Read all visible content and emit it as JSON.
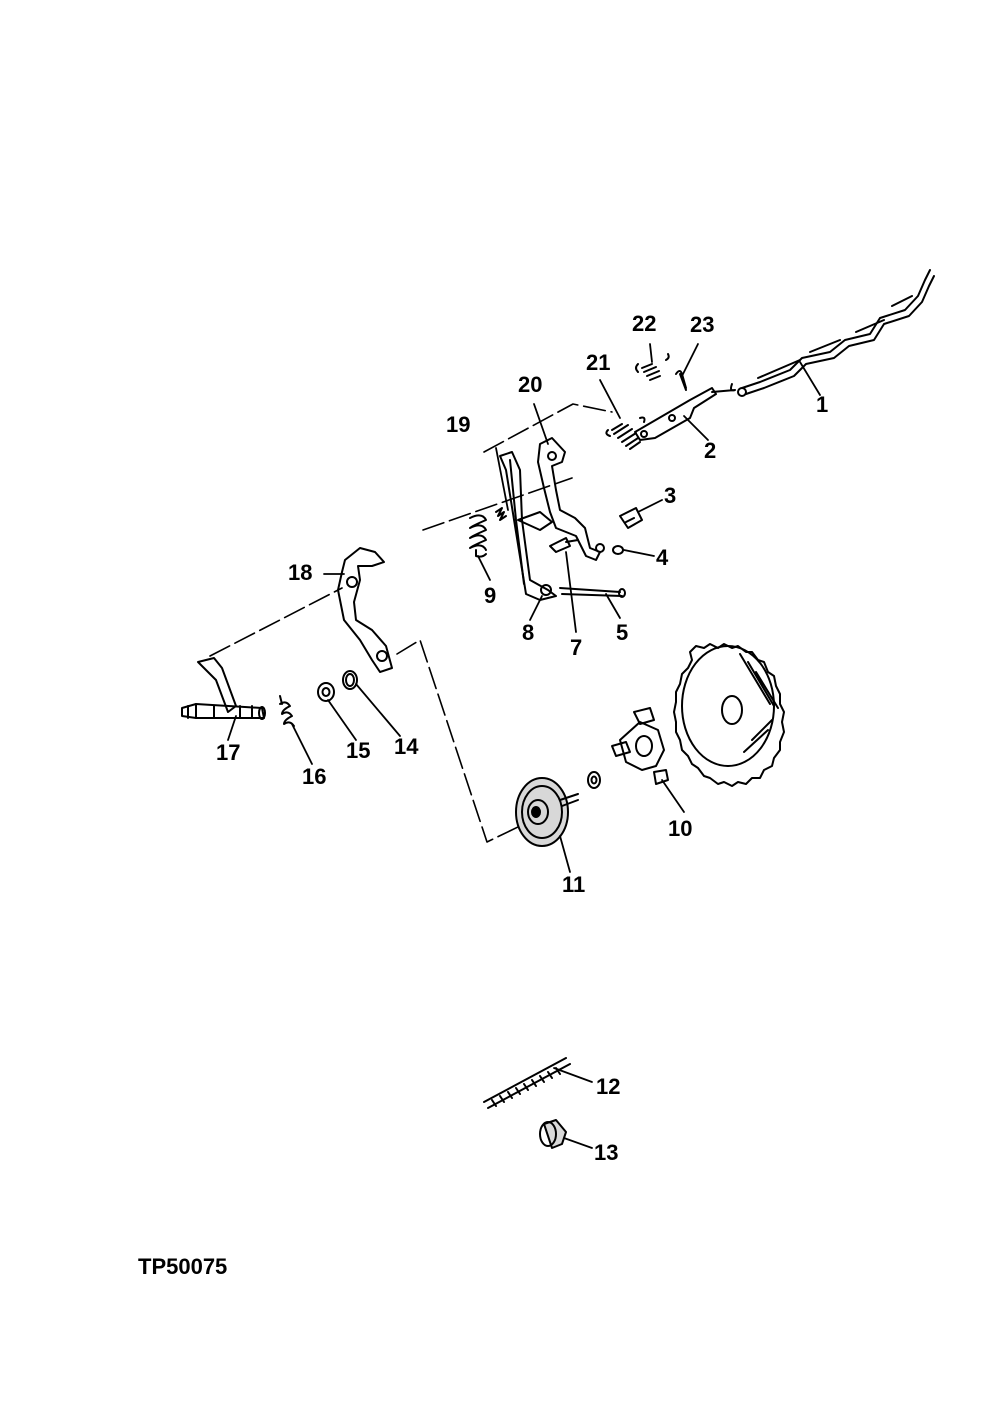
{
  "figure_id": "TP50075",
  "callouts": {
    "c1": "1",
    "c2": "2",
    "c3": "3",
    "c4": "4",
    "c5": "5",
    "c6": "",
    "c7": "7",
    "c8": "8",
    "c9": "9",
    "c10": "10",
    "c11": "11",
    "c12": "12",
    "c13": "13",
    "c14": "14",
    "c15": "15",
    "c16": "16",
    "c17": "17",
    "c18": "18",
    "c19": "19",
    "c20": "20",
    "c21": "21",
    "c22": "22",
    "c23": "23"
  },
  "colors": {
    "ink": "#000000",
    "paper": "#ffffff",
    "shade": "#d8d8d8"
  },
  "parts": [
    "governor-rod",
    "governor-lever",
    "clip",
    "e-ring",
    "pin",
    "bolt",
    "bracket",
    "spring",
    "governor-gear",
    "governor-shaft",
    "dowel-pin",
    "bushing",
    "washer-spring",
    "washer",
    "torsion-spring",
    "shaft-assembly",
    "crank-lever",
    "link-spring",
    "speed-control-lever",
    "extension-spring",
    "compression-spring",
    "cotter-pin"
  ]
}
